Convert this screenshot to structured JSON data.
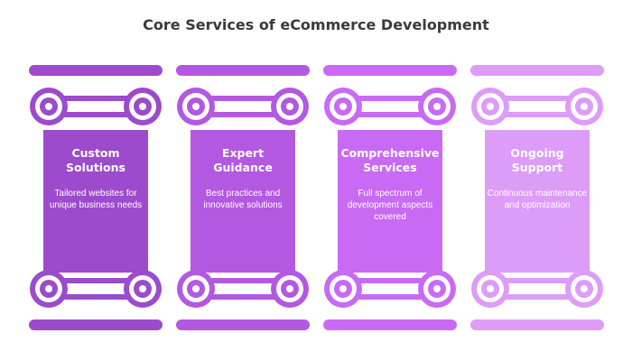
{
  "title": "Core Services of eCommerce Development",
  "pillars": [
    {
      "heading": "Custom Solutions",
      "description": "Tailored websites for unique business needs",
      "color": "#9B4BCB"
    },
    {
      "heading": "Expert Guidance",
      "description": "Best practices and innovative solutions",
      "color": "#B358E0"
    },
    {
      "heading": "Comprehensive Services",
      "description": "Full spectrum of development aspects covered",
      "color": "#C86AF4"
    },
    {
      "heading": "Ongoing Support",
      "description": "Continuous maintenance and optimization",
      "color": "#DC9CF8"
    }
  ]
}
